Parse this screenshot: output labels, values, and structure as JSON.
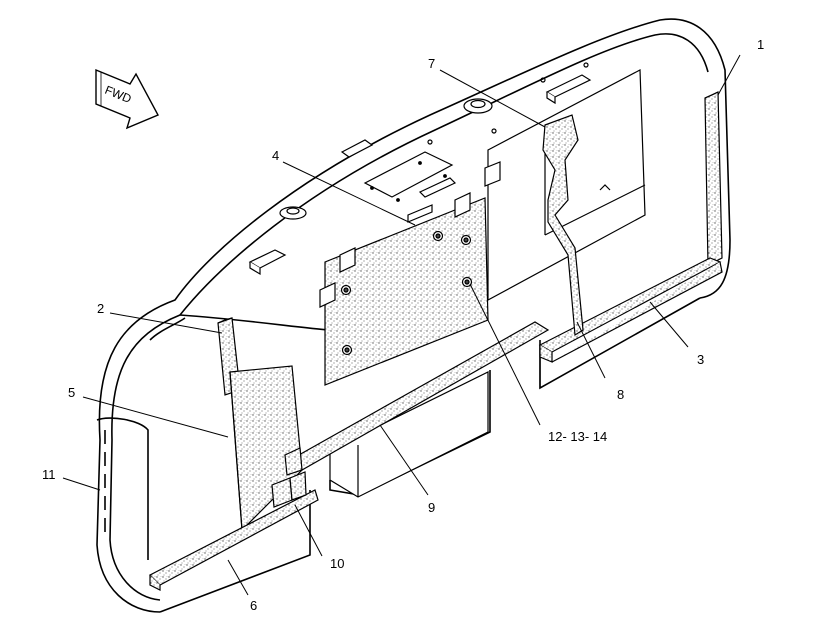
{
  "direction_marker": {
    "label": "FWD"
  },
  "callouts": [
    {
      "id": "c1",
      "label": "1"
    },
    {
      "id": "c2",
      "label": "2"
    },
    {
      "id": "c3",
      "label": "3"
    },
    {
      "id": "c4",
      "label": "4"
    },
    {
      "id": "c5",
      "label": "5"
    },
    {
      "id": "c6",
      "label": "6"
    },
    {
      "id": "c7",
      "label": "7"
    },
    {
      "id": "c8",
      "label": "8"
    },
    {
      "id": "c9",
      "label": "9"
    },
    {
      "id": "c10",
      "label": "10"
    },
    {
      "id": "c11",
      "label": "11"
    },
    {
      "id": "c12",
      "label": "12- 13- 14"
    }
  ],
  "colors": {
    "line": "#000000",
    "foam": "#bdbdbd",
    "background": "#ffffff"
  }
}
